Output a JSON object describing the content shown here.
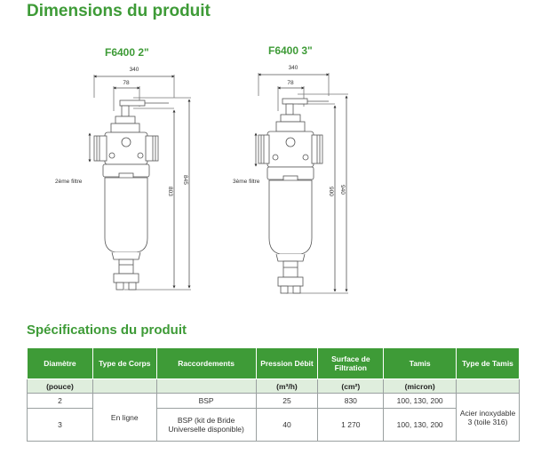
{
  "header": {
    "title": "Dimensions du produit"
  },
  "drawings": [
    {
      "model": "F6400 2\"",
      "width": "340",
      "inner": "78",
      "h1": "803",
      "h2": "845",
      "filter_label": "2ème filtre"
    },
    {
      "model": "F6400 3\"",
      "width": "340",
      "inner": "78",
      "h1": "900",
      "h2": "940",
      "filter_label": "3ème filtre"
    }
  ],
  "specs": {
    "title": "Spécifications du produit",
    "headers": [
      "Diamètre",
      "Type de Corps",
      "Raccordements",
      "Pression Débit",
      "Surface de Filtration",
      "Tamis",
      "Type de Tamis"
    ],
    "units": [
      "(pouce)",
      "",
      "",
      "(m³/h)",
      "(cm²)",
      "(micron)",
      ""
    ],
    "rows": [
      {
        "diametre": "2",
        "raccord": "BSP",
        "debit": "25",
        "surface": "830",
        "tamis": "100, 130, 200"
      },
      {
        "diametre": "3",
        "raccord": "BSP (kit de Bride Universelle disponible)",
        "debit": "40",
        "surface": "1 270",
        "tamis": "100, 130, 200"
      }
    ],
    "type_corps": "En ligne",
    "type_tamis": "Acier inoxydable 3 (toile 316)"
  }
}
